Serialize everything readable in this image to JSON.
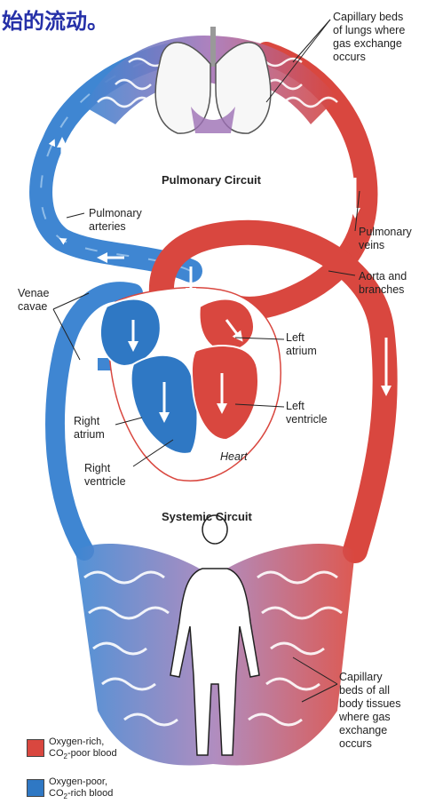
{
  "banner": "始的流动。",
  "headings": {
    "pulmonary": "Pulmonary Circuit",
    "systemic": "Systemic Circuit"
  },
  "labels": {
    "capillary_lungs": "Capillary beds\nof lungs where\ngas exchange\noccurs",
    "pulmonary_arteries": "Pulmonary\narteries",
    "pulmonary_veins": "Pulmonary\nveins",
    "aorta": "Aorta and\nbranches",
    "venae_cavae": "Venae\ncavae",
    "left_atrium": "Left\natrium",
    "left_ventricle": "Left\nventricle",
    "right_atrium": "Right\natrium",
    "right_ventricle": "Right\nventricle",
    "heart": "Heart",
    "capillary_body": "Capillary\nbeds of all\nbody tissues\nwhere gas\nexchange\noccurs"
  },
  "legend": {
    "oxy_line1": "Oxygen-rich,",
    "oxy_co2": "CO",
    "oxy_sub": "2",
    "oxy_rest": "-poor blood",
    "deoxy_line1": "Oxygen-poor,",
    "deoxy_co2": "CO",
    "deoxy_sub": "2",
    "deoxy_rest": "-rich blood"
  },
  "colors": {
    "oxygen_rich": "#d9473f",
    "oxygen_poor": "#2f78c4",
    "mixed": "#9c6fb4",
    "banner": "#2530a8"
  }
}
